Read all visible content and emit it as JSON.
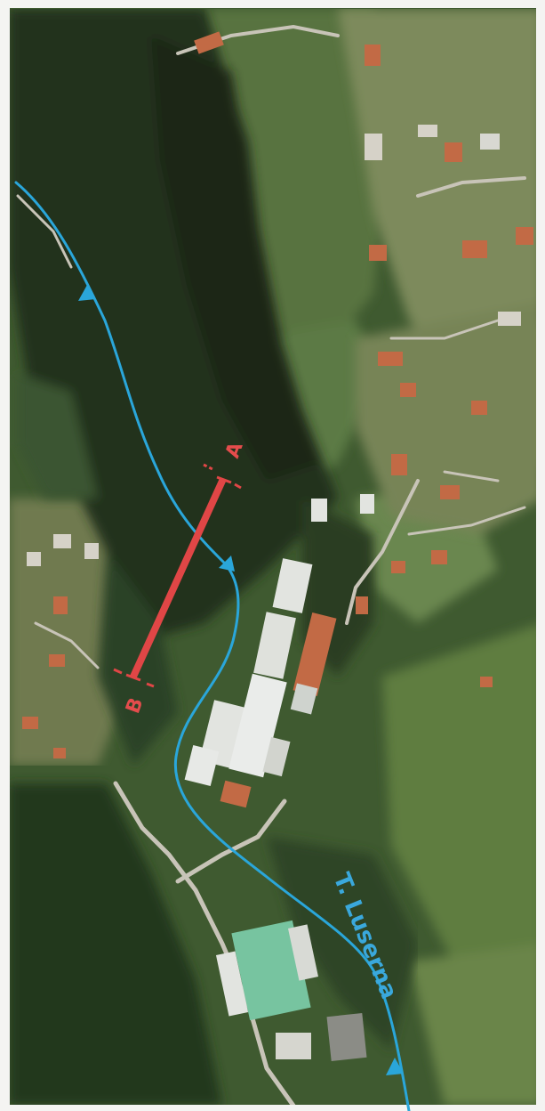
{
  "map": {
    "river_label": "T. Luserna",
    "section_start_label": "A",
    "section_end_label": "B",
    "colors": {
      "river": "#2aa6da",
      "section": "#e04646",
      "river_label": "#3aa8dc",
      "section_label": "#e44c4c",
      "forest_dark": "#20301c",
      "forest_mid": "#2c4326",
      "meadow": "#58733f",
      "meadow_light": "#7a8e54",
      "road": "#c8c4b8",
      "roof": "#c26a45",
      "industrial_roof": "#e2e4e0",
      "greenhouse": "#77c4a0",
      "frame": "#f4f4f2"
    },
    "icons": [
      "flow-arrow-icon"
    ]
  }
}
